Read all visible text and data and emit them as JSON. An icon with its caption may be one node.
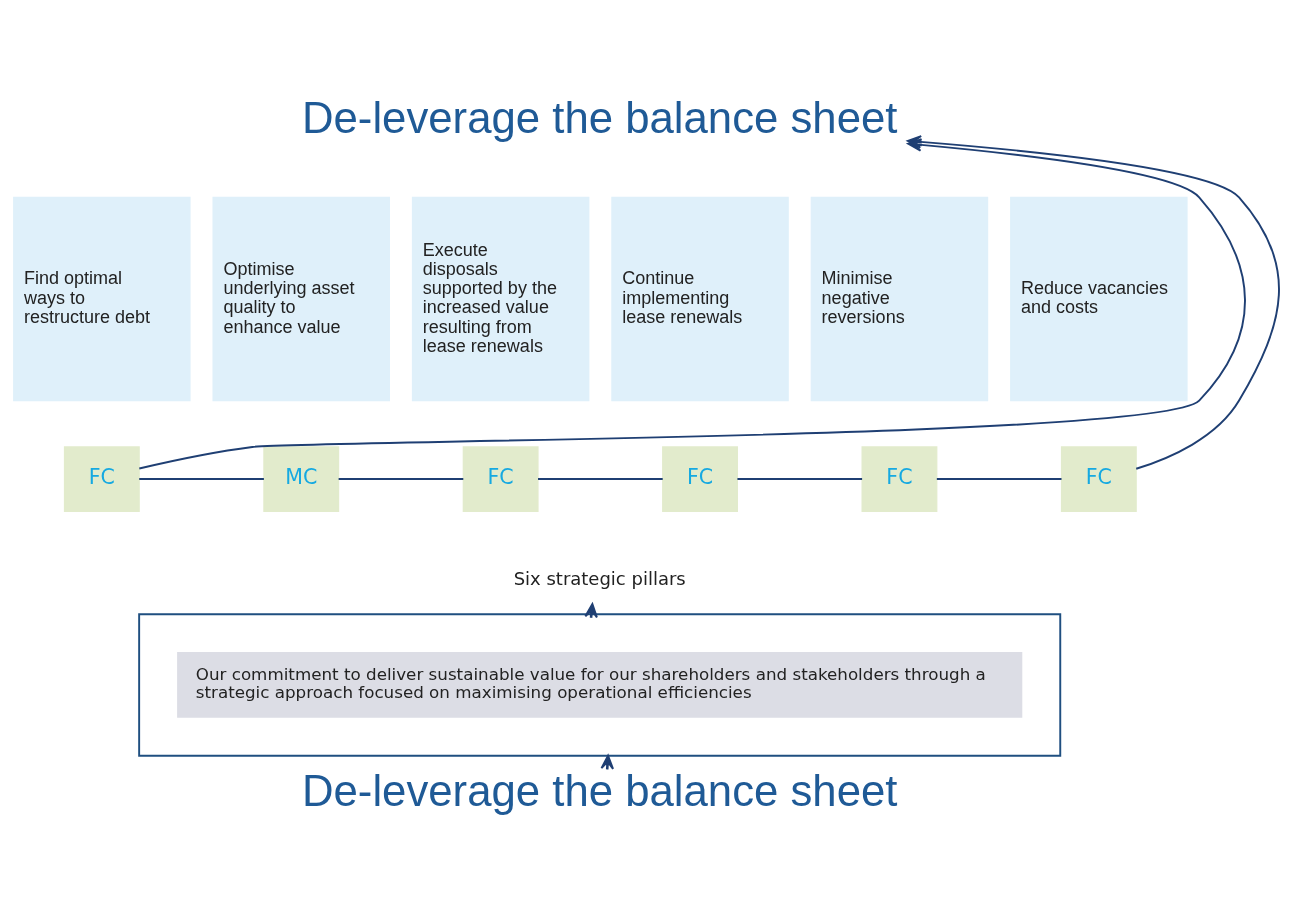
{
  "diagram": {
    "nodes": [
      {
        "text": [
          "De-leverage the balance sheet"
        ]
      },
      {
        "text": [
          "Find optimal ways to restructure debt"
        ]
      },
      {
        "text": [
          "Optimise underlying asset quality to enhance value"
        ]
      },
      {
        "text": [
          "Execute disposals supported by the increased value resulting from lease renewals"
        ]
      },
      {
        "text": [
          "Continue implementing lease renewals"
        ]
      },
      {
        "text": [
          "Minimise negative reversions"
        ]
      },
      {
        "text": [
          "Reduce vacancies and costs"
        ]
      },
      {
        "text": [
          "FC"
        ]
      },
      {
        "text": [
          "MC"
        ]
      },
      {
        "text": [
          "FC"
        ]
      },
      {
        "text": [
          "FC"
        ]
      },
      {
        "text": [
          "FC"
        ]
      },
      {
        "text": [
          "FC"
        ]
      },
      {
        "text": [
          "Six strategic pillars"
        ]
      },
      {
        "text": [],
        "shape": "box"
      },
      {
        "text": [
          "Our commitment to deliver sustainable value for our shareholders and stakeholders through a strategic approach focused on maximising operational efficiencies"
        ],
        "in": 14
      },
      {
        "text": [
          "De-leverage the balance sheet"
        ]
      }
    ],
    "edges": [
      {
        "from": 7,
        "to": 0,
        "arrow": "to"
      },
      {
        "from": 12,
        "to": 0,
        "arrow": "to"
      },
      {
        "from": 7,
        "to": 8,
        "arrow": "none"
      },
      {
        "from": 8,
        "to": 9,
        "arrow": "none"
      },
      {
        "from": 9,
        "to": 10,
        "arrow": "none"
      },
      {
        "from": 10,
        "to": 11,
        "arrow": "none"
      },
      {
        "from": 11,
        "to": 12,
        "arrow": "none"
      },
      {
        "from": 14,
        "to": 13,
        "arrow": "to"
      },
      {
        "from": 16,
        "to": 14,
        "arrow": "to"
      }
    ]
  }
}
